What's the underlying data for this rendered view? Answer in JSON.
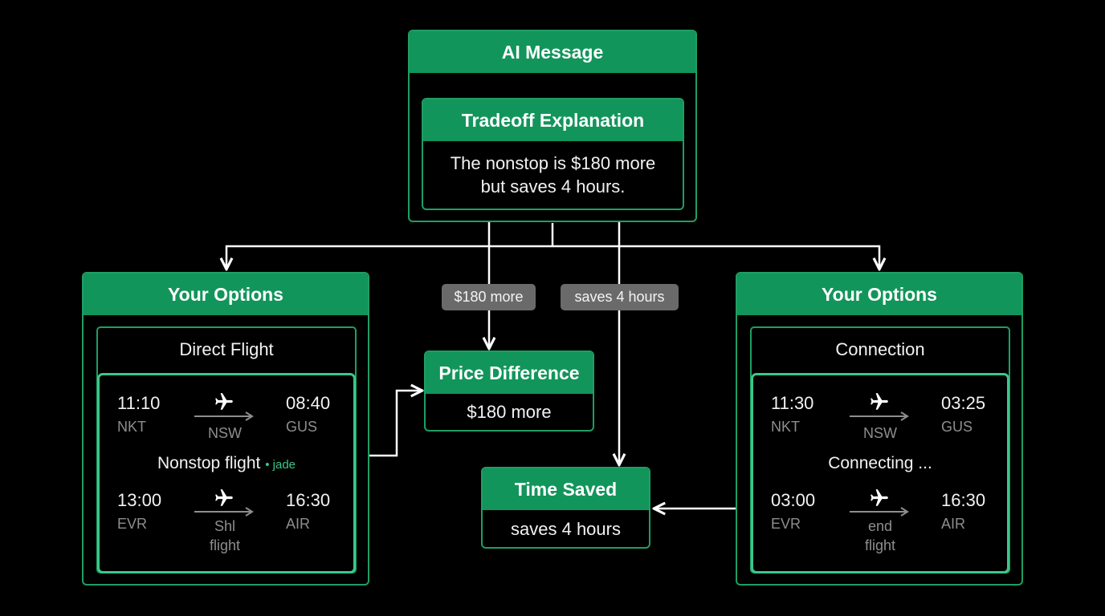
{
  "colors": {
    "background": "#000000",
    "header_green": "#12955b",
    "border_green": "#1f9e63",
    "card_border": "#3bc88a",
    "pill_gray": "#6a6a6a",
    "connector": "#ffffff"
  },
  "icons": {
    "flight": "airplane-icon",
    "route": "arrow-right-icon"
  },
  "ai_message": {
    "title": "AI Message",
    "tradeoff": {
      "title": "Tradeoff Explanation",
      "line1": "The nonstop is $180 more",
      "line2": "but saves 4 hours."
    }
  },
  "edge_labels": {
    "price": "$180 more",
    "time": "saves 4 hours"
  },
  "left_options": {
    "title": "Your Options",
    "subtitle": "Direct Flight",
    "leg1": {
      "dep_time": "11:10",
      "dep_code": "NKT",
      "via": "NSW",
      "arr_time": "08:40",
      "arr_code": "GUS"
    },
    "status": "Nonstop flight",
    "status_tag": "• jade",
    "leg2": {
      "dep_time": "13:00",
      "dep_code": "EVR",
      "via_line1": "Shl",
      "via_line2": "flight",
      "arr_time": "16:30",
      "arr_code": "AIR"
    }
  },
  "right_options": {
    "title": "Your Options",
    "subtitle": "Connection",
    "leg1": {
      "dep_time": "11:30",
      "dep_code": "NKT",
      "via": "NSW",
      "arr_time": "03:25",
      "arr_code": "GUS"
    },
    "status": "Connecting ...",
    "leg2": {
      "dep_time": "03:00",
      "dep_code": "EVR",
      "via_line1": "end",
      "via_line2": "flight",
      "arr_time": "16:30",
      "arr_code": "AIR"
    }
  },
  "price_difference": {
    "title": "Price Difference",
    "value": "$180 more"
  },
  "time_saved": {
    "title": "Time Saved",
    "value": "saves 4 hours"
  }
}
